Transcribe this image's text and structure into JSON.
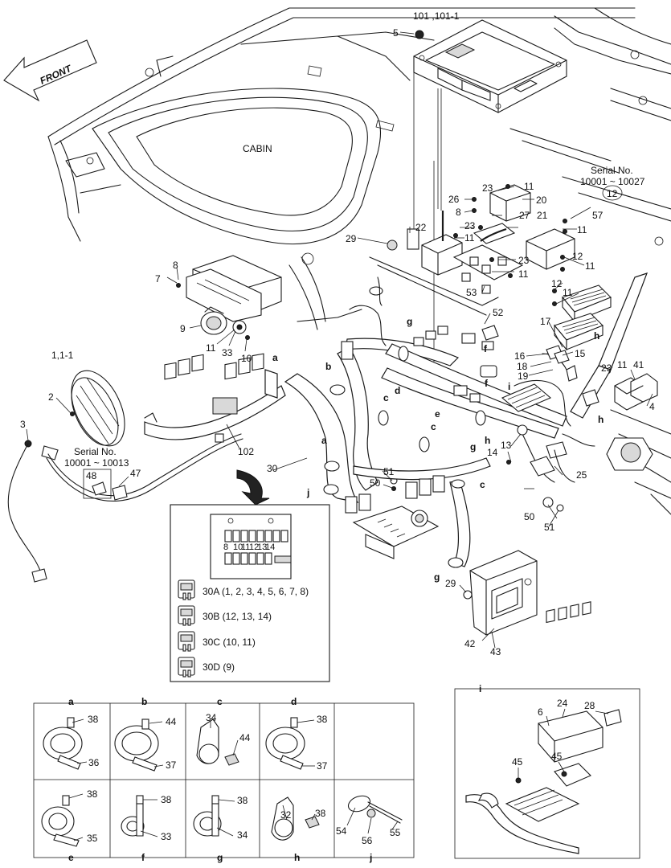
{
  "labels": {
    "front": "FRONT",
    "cabin": "CABIN",
    "serial_a_title": "Serial No.",
    "serial_a_range": "10001 ~ 10027",
    "serial_a_part": "12",
    "serial_b_title": "Serial No.",
    "serial_b_range": "10001 ~ 10013",
    "serial_b_part": "48"
  },
  "callouts": {
    "p101": "101 ,101-1",
    "p5": "5",
    "p11a": "11",
    "p23a": "23",
    "p20": "20",
    "p26": "26",
    "p8a": "8",
    "p23b": "23",
    "p27": "27",
    "p21": "21",
    "p57": "57",
    "p11b": "11",
    "p22": "22",
    "p11c": "11",
    "p29a": "29",
    "p23c": "23",
    "p11d": "11",
    "p53": "53",
    "p12a": "12",
    "p11e": "11",
    "p12b": "12",
    "p11f": "11",
    "p8b": "8",
    "p7": "7",
    "p9": "9",
    "p11g": "11",
    "p33": "33",
    "p10": "10",
    "p52": "52",
    "p17": "17",
    "p16": "16",
    "p15": "15",
    "p18": "18",
    "p19": "19",
    "p23d": "23",
    "p11h": "11",
    "p41": "41",
    "p4": "4",
    "p1": "1,1-1",
    "p2": "2",
    "p3": "3",
    "p102": "102",
    "p47": "47",
    "p30": "30",
    "p51a": "51",
    "p50a": "50",
    "p13": "13",
    "p14": "14",
    "p25": "25",
    "p50b": "50",
    "p51b": "51",
    "p29b": "29",
    "p42": "42",
    "p43": "43"
  },
  "letters": {
    "a1": "a",
    "b1": "b",
    "c1": "c",
    "d1": "d",
    "e1": "e",
    "f1": "f",
    "g1": "g",
    "h1": "h",
    "i1": "i",
    "j1": "j",
    "a2": "a",
    "c2": "c",
    "c3": "c",
    "f2": "f",
    "g2": "g",
    "g3": "g",
    "h2": "h",
    "h3": "h",
    "g4": "g"
  },
  "fuses": [
    {
      "icon": "fuse-icon",
      "label": "30A (1, 2, 3, 4, 5, 6, 7, 8)"
    },
    {
      "icon": "fuse-icon",
      "label": "30B (12, 13, 14)"
    },
    {
      "icon": "fuse-icon",
      "label": "30C (10, 11)"
    },
    {
      "icon": "fuse-icon",
      "label": "30D (9)"
    }
  ],
  "fuse_numbers": [
    "8",
    "10",
    "11",
    "12",
    "13",
    "14"
  ],
  "details": [
    {
      "letter": "a",
      "parts": [
        "38",
        "36"
      ]
    },
    {
      "letter": "b",
      "parts": [
        "44",
        "37"
      ]
    },
    {
      "letter": "c",
      "parts": [
        "34",
        "44"
      ]
    },
    {
      "letter": "d",
      "parts": [
        "38",
        "37"
      ]
    },
    {
      "letter": "e",
      "parts": [
        "38",
        "35"
      ]
    },
    {
      "letter": "f",
      "parts": [
        "38",
        "33"
      ]
    },
    {
      "letter": "g",
      "parts": [
        "38",
        "34"
      ]
    },
    {
      "letter": "h",
      "parts": [
        "32",
        "38"
      ]
    },
    {
      "letter": "j",
      "parts": [
        "54",
        "56",
        "55"
      ]
    }
  ],
  "detail_i": {
    "letter": "i",
    "parts": [
      "24",
      "28",
      "6",
      "45",
      "45"
    ]
  }
}
